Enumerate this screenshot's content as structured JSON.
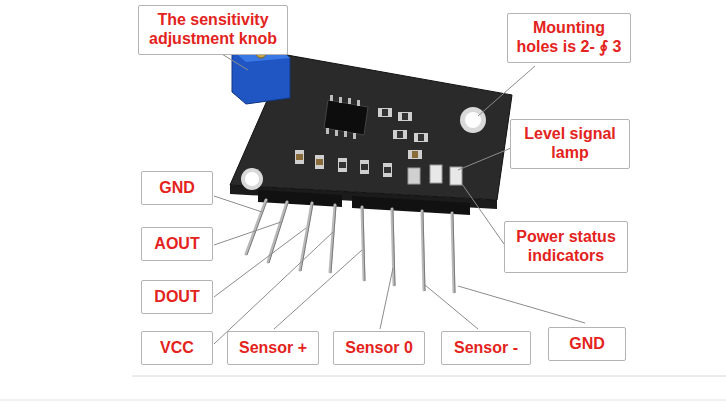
{
  "diagram": {
    "nodes": [
      {
        "text": [
          "The sensitivity adjustment knob"
        ]
      },
      {
        "text": [
          "Mounting holes is 2- ∮ 3"
        ]
      },
      {
        "text": [
          "Level signal lamp"
        ]
      },
      {
        "text": [
          "GND"
        ]
      },
      {
        "text": [
          "Power status indicators"
        ]
      },
      {
        "text": [
          "AOUT"
        ]
      },
      {
        "text": [
          "DOUT"
        ]
      },
      {
        "text": [
          "VCC"
        ]
      },
      {
        "text": [
          "Sensor +"
        ]
      },
      {
        "text": [
          "Sensor 0"
        ]
      },
      {
        "text": [
          "Sensor -"
        ]
      },
      {
        "text": [
          "GND"
        ]
      }
    ]
  }
}
